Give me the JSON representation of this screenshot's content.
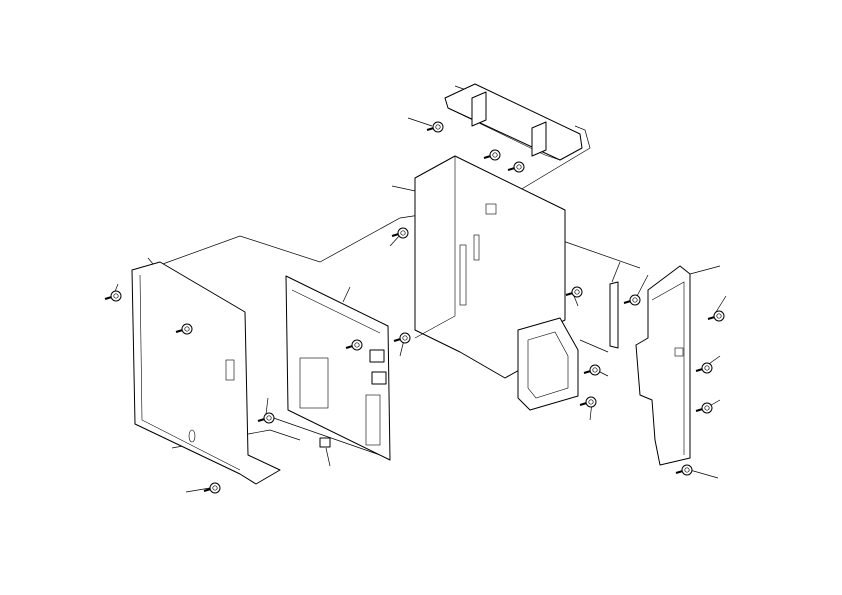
{
  "diagram": {
    "type": "exploded-parts-view",
    "colors": {
      "line": "#000000",
      "background": "#ffffff"
    },
    "parts": [
      "top-bracket",
      "main-chassis",
      "left-cover",
      "circuit-board",
      "right-bracket",
      "small-bracket",
      "frame-bracket",
      "screws"
    ]
  }
}
